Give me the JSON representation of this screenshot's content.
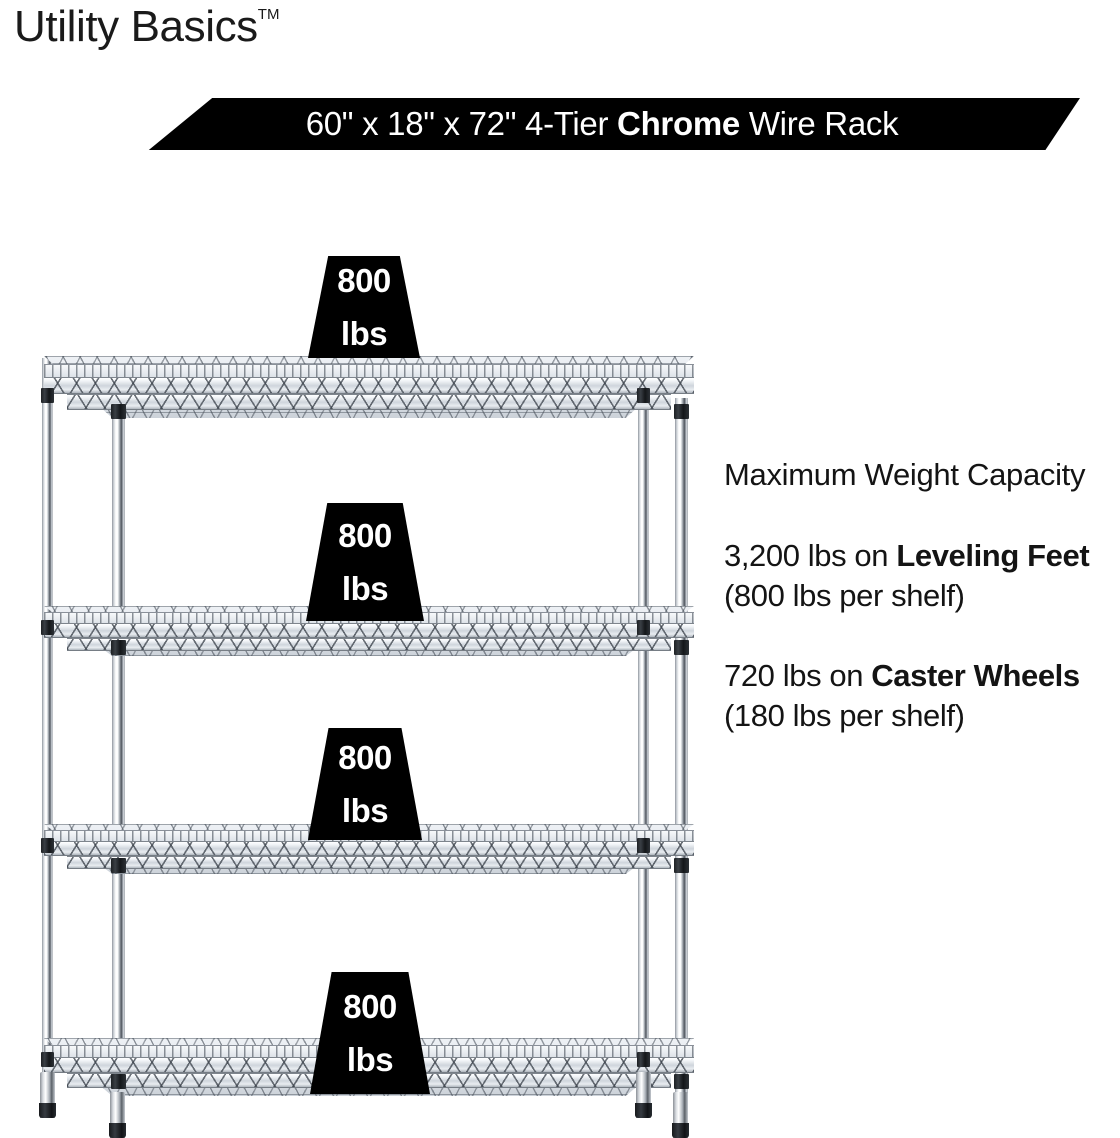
{
  "brand": {
    "name": "Utility Basics",
    "trademark": "TM"
  },
  "banner": {
    "dimensions": "60\" x 18\" x 72\"",
    "tier": "4-Tier",
    "material": "Chrome",
    "product": "Wire Rack",
    "full_text": "60\" x 18\" x 72\" 4-Tier Chrome Wire Rack",
    "background_color": "#000000",
    "text_color": "#ffffff"
  },
  "capacity": {
    "heading": "Maximum Weight Capacity",
    "leveling": {
      "total": "3,200 lbs on ",
      "bold": "Leveling Feet",
      "detail": " (800 lbs per shelf)"
    },
    "caster": {
      "total": "720 lbs on ",
      "bold": "Caster Wheels",
      "detail": " (180 lbs per shelf)"
    }
  },
  "shelf_badges": [
    {
      "number": "800",
      "unit": "lbs"
    },
    {
      "number": "800",
      "unit": "lbs"
    },
    {
      "number": "800",
      "unit": "lbs"
    },
    {
      "number": "800",
      "unit": "lbs"
    }
  ],
  "product_image": {
    "description": "4-tier chrome wire shelving rack with leveling feet",
    "shelf_count": 4,
    "finish_color": "#d8dde3"
  }
}
